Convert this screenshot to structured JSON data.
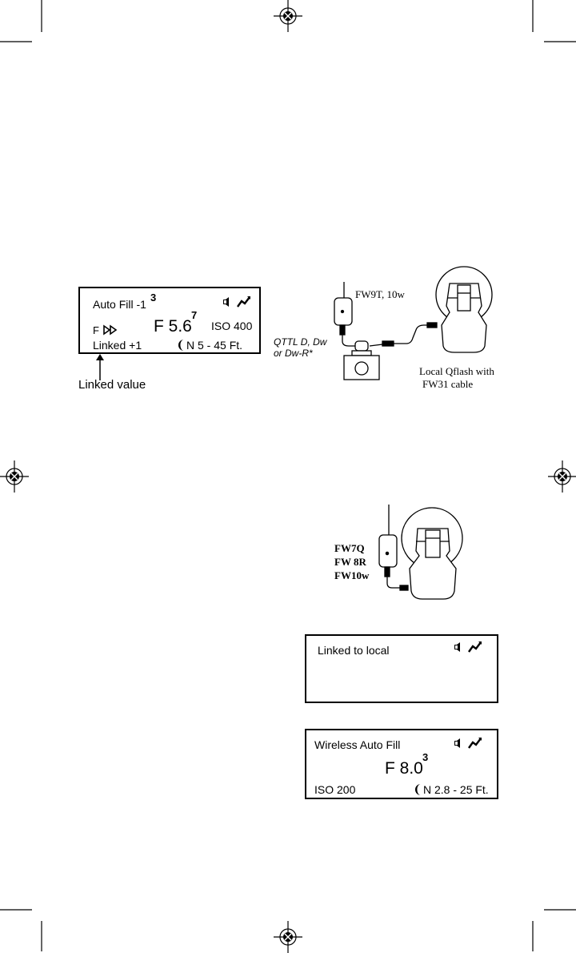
{
  "colors": {
    "ink": "#000000",
    "paper": "#ffffff"
  },
  "icons": [
    "speaker-icon",
    "link-lightning-icon",
    "moon-icon",
    "fast-forward-icon",
    "registration-mark-icon"
  ],
  "lcd1": {
    "mode": "Auto Fill -1",
    "mode_sup": "3",
    "f_prefix": "F",
    "aperture": "F 5.6",
    "aperture_sup": "7",
    "iso": "ISO 400",
    "linked": "Linked +1",
    "range": "N 5 - 45 Ft."
  },
  "lcd1_caption": "Linked value",
  "diagram1": {
    "transmitter": "FW9T, 10w",
    "camera_label_line1": "QTTL D, Dw",
    "camera_label_line2": "or Dw-R*",
    "flash_label_line1": "Local Qflash with",
    "flash_label_line2": "FW31 cable"
  },
  "diagram2": {
    "labels": [
      "FW7Q",
      "FW 8R",
      "FW10w"
    ]
  },
  "lcd2": {
    "text": "Linked to local"
  },
  "lcd3": {
    "mode": "Wireless Auto Fill",
    "aperture": "F 8.0",
    "aperture_sup": "3",
    "iso": "ISO 200",
    "range": "N 2.8 - 25 Ft."
  }
}
